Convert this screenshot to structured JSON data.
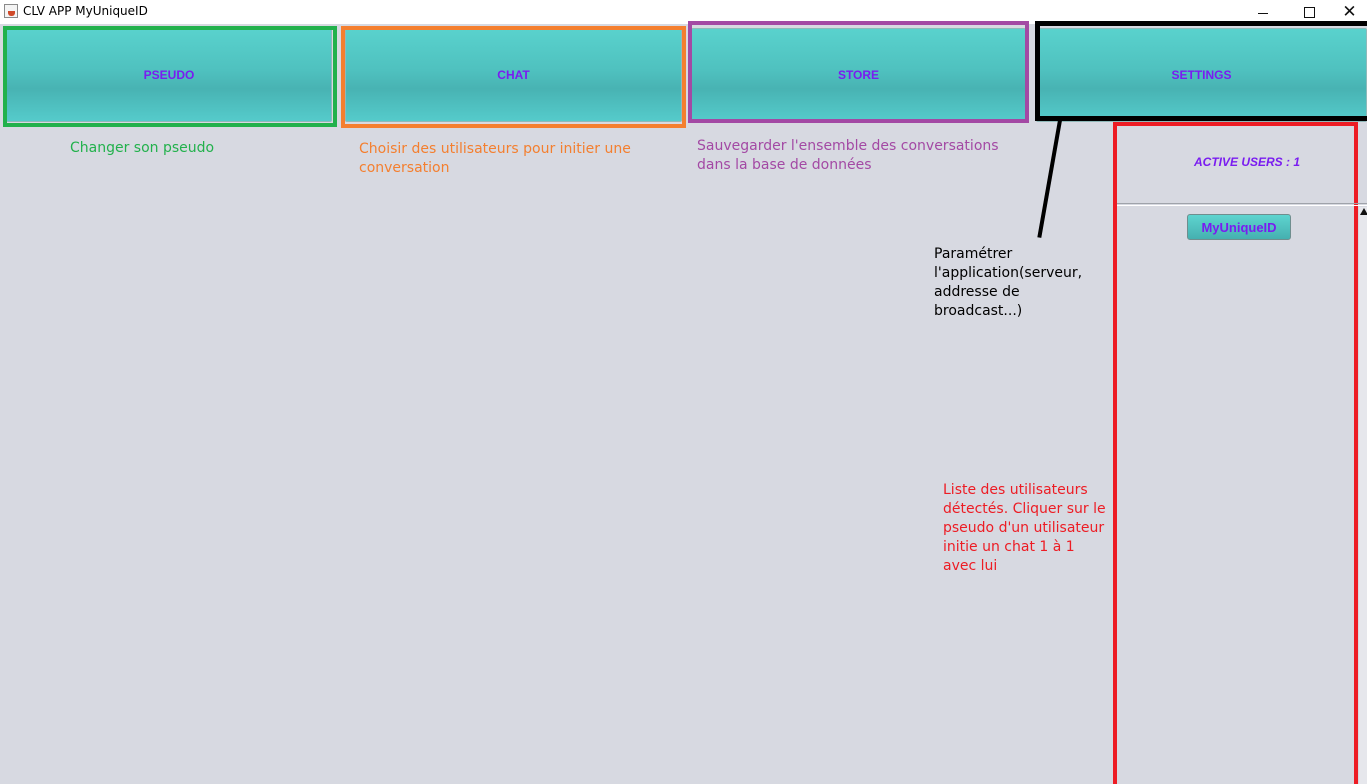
{
  "window": {
    "title": "CLV APP MyUniqueID",
    "minimize_label": "",
    "maximize_label": "",
    "close_label": "✕"
  },
  "nav": {
    "pseudo": "PSEUDO",
    "chat": "CHAT",
    "store": "STORE",
    "settings": "SETTINGS"
  },
  "annotations": {
    "pseudo": "Changer son pseudo",
    "chat": "Choisir des utilisateurs pour initier une conversation",
    "store": "Sauvegarder l'ensemble des conversations dans la base de données",
    "settings": "Paramétrer l'application(serveur, addresse de broadcast...)",
    "users_list": "Liste des utilisateurs détectés. Cliquer sur le pseudo d'un utilisateur initie un chat 1 à 1 avec lui"
  },
  "users_panel": {
    "title": "ACTIVE USERS : 1",
    "users": [
      "MyUniqueID"
    ]
  },
  "colors": {
    "background": "#d7d9e1",
    "button_teal": "#4fc1bf",
    "button_text": "#7a1cf0",
    "annotation_green": "#22b14c",
    "annotation_orange": "#f47f2f",
    "annotation_purple": "#a349a4",
    "annotation_black": "#000000",
    "annotation_red": "#ed1c24"
  }
}
